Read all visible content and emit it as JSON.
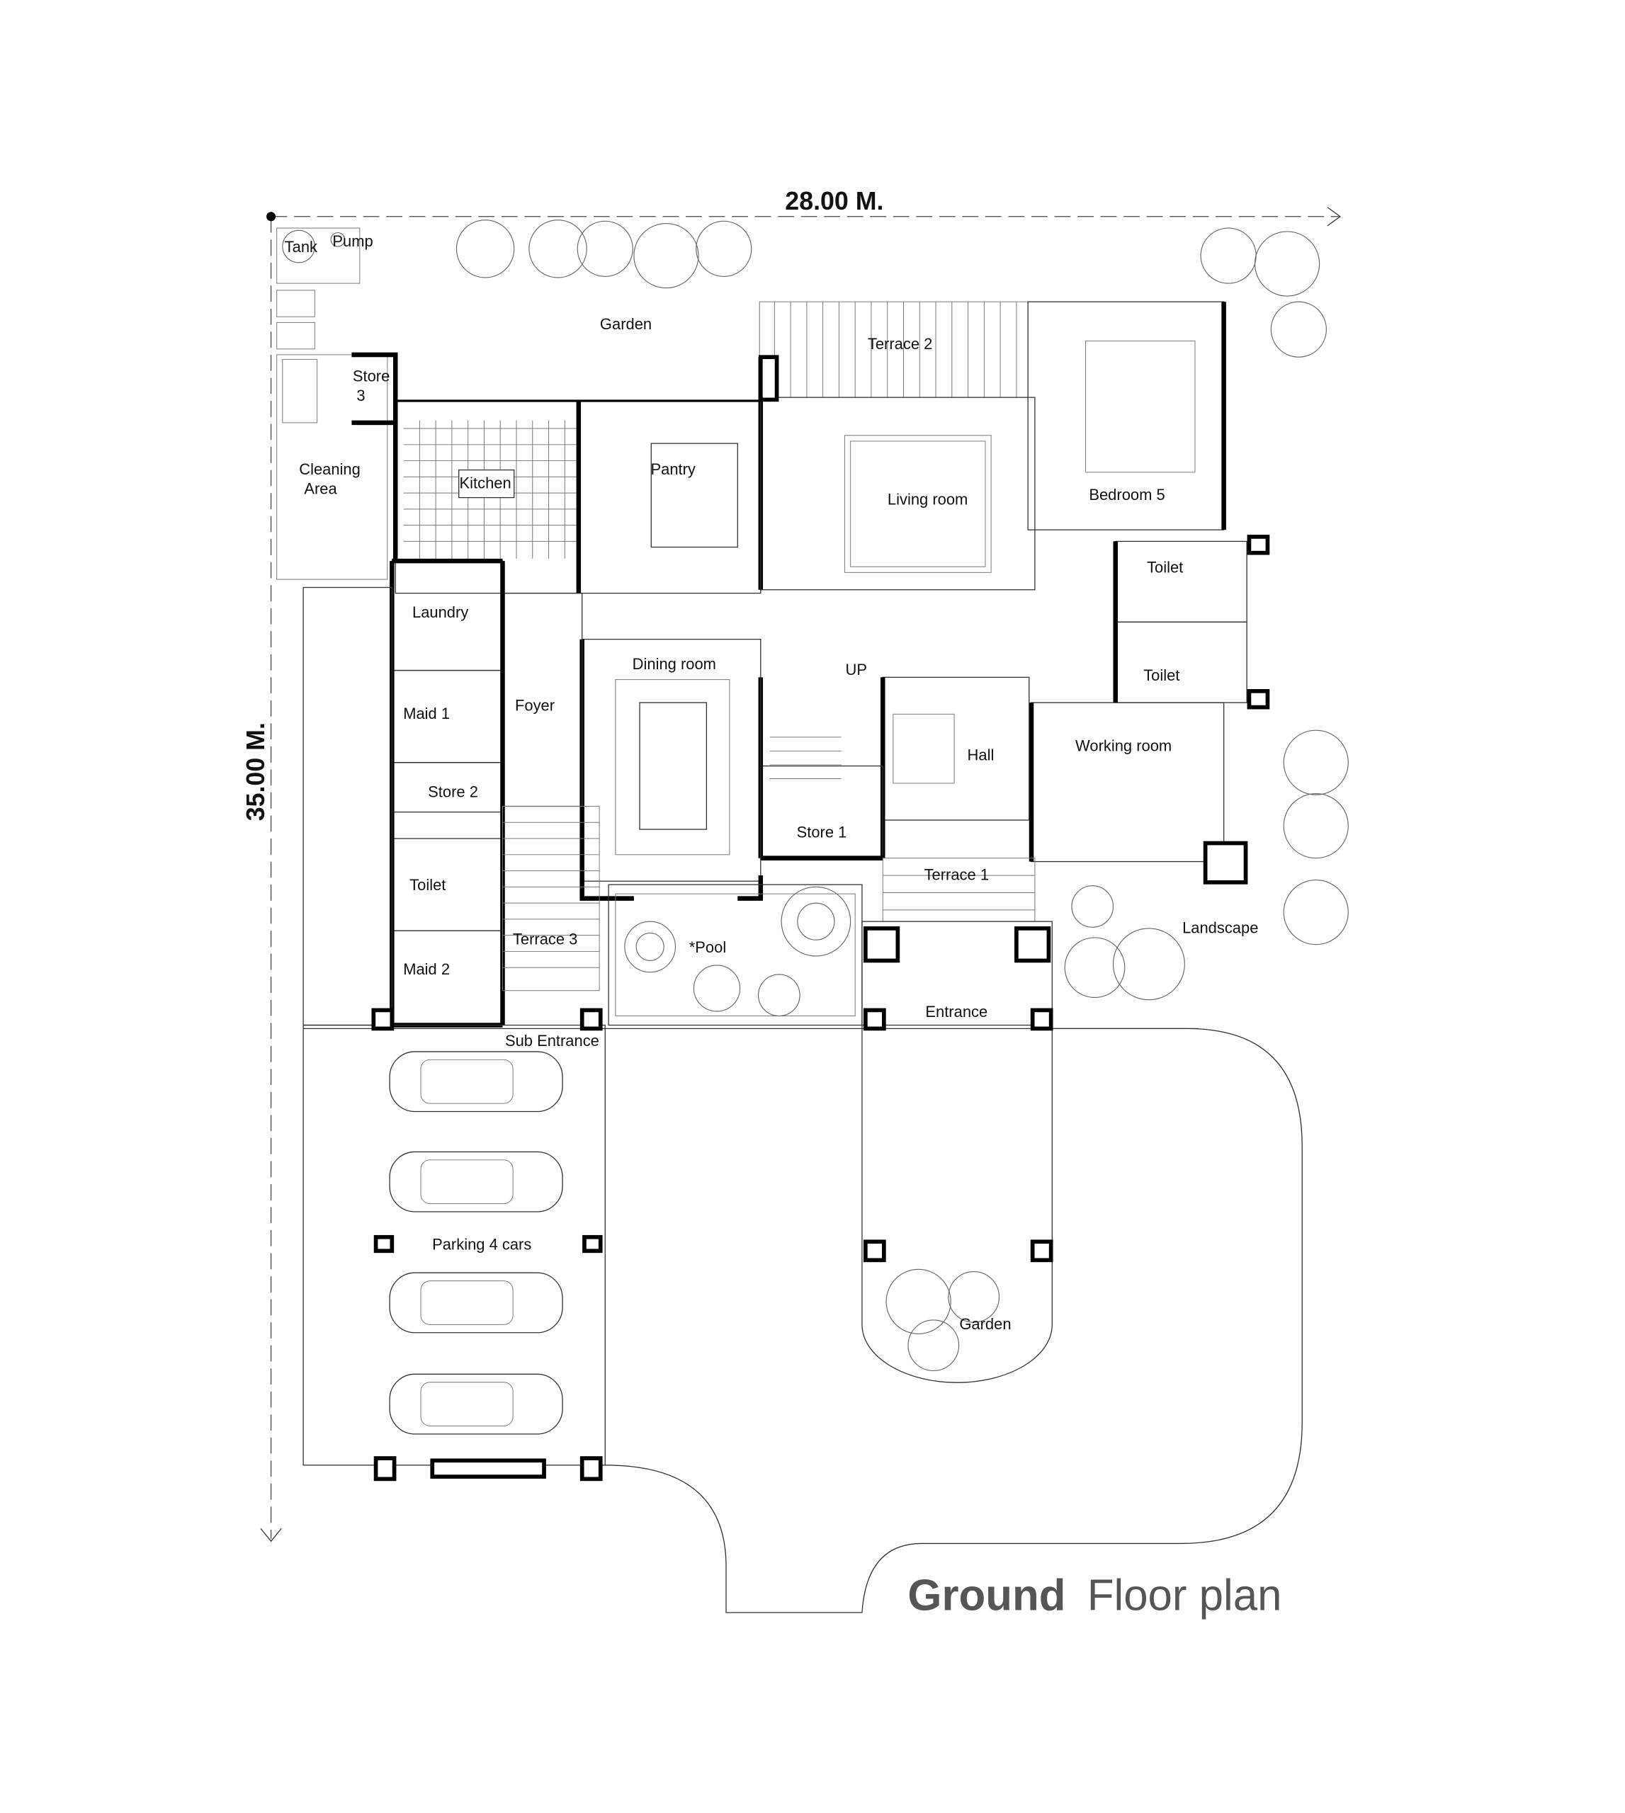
{
  "dimensions": {
    "width_label": "28.00 M.",
    "depth_label": "35.00 M."
  },
  "title": {
    "bold": "Ground",
    "light": "Floor plan"
  },
  "rooms": {
    "tank": "Tank",
    "pump": "Pump",
    "garden_north": "Garden",
    "terrace_2": "Terrace 2",
    "store_3_a": "Store",
    "store_3_b": "3",
    "cleaning_a": "Cleaning",
    "cleaning_b": "Area",
    "kitchen": "Kitchen",
    "pantry": "Pantry",
    "living_room": "Living room",
    "bedroom_5": "Bedroom 5",
    "toilet_upper": "Toilet",
    "laundry": "Laundry",
    "dining_room": "Dining room",
    "stair_up": "UP",
    "toilet_lower": "Toilet",
    "maid_1": "Maid 1",
    "foyer": "Foyer",
    "hall": "Hall",
    "working_room": "Working room",
    "store_2": "Store 2",
    "store_1": "Store 1",
    "terrace_1": "Terrace 1",
    "toilet_maid": "Toilet",
    "landscape": "Landscape",
    "terrace_3": "Terrace 3",
    "pool": "*Pool",
    "maid_2": "Maid 2",
    "entrance": "Entrance",
    "sub_entrance": "Sub Entrance",
    "parking": "Parking 4 cars",
    "garden_front": "Garden"
  },
  "colors": {
    "title": "#555555",
    "walls": "#000000",
    "lines": "#333333"
  }
}
